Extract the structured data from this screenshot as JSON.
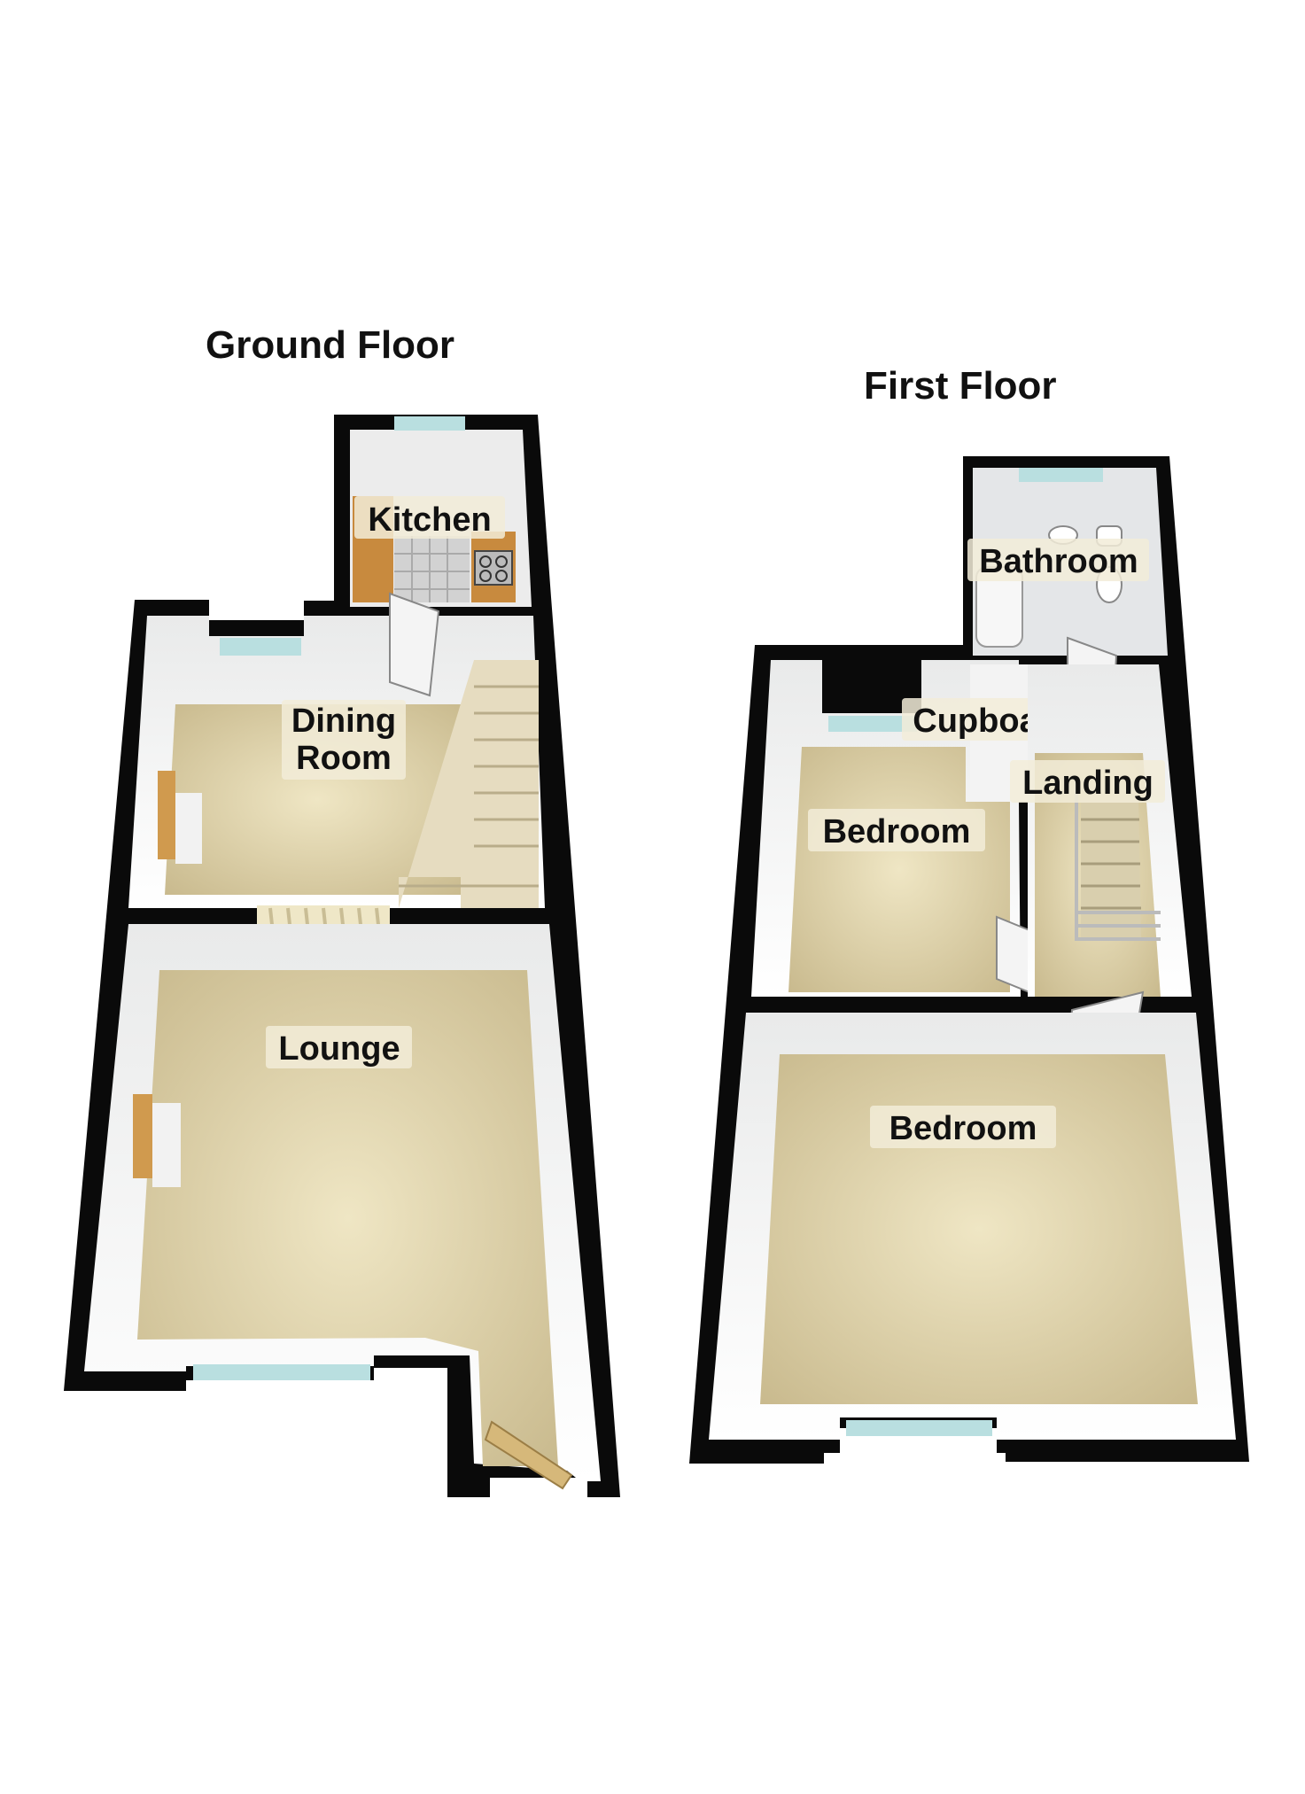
{
  "floors": {
    "ground": {
      "title": "Ground Floor",
      "rooms": {
        "kitchen": "Kitchen",
        "dining_line1": "Dining",
        "dining_line2": "Room",
        "lounge": "Lounge"
      }
    },
    "first": {
      "title": "First Floor",
      "rooms": {
        "bathroom": "Bathroom",
        "cupboard": "Cupboard",
        "landing": "Landing",
        "bedroom_small": "Bedroom",
        "bedroom_large": "Bedroom"
      }
    }
  },
  "colors": {
    "wall": "#0a0a0a",
    "carpet": "#cdc09a",
    "inner_wall": "#f6f6f6",
    "window": "#b9dfe0",
    "kitchen_floor": "#d8d8d8",
    "bathroom_floor": "#e4e6e8",
    "stairs": "#e6dcc0",
    "worktop": "#c88a3e"
  }
}
